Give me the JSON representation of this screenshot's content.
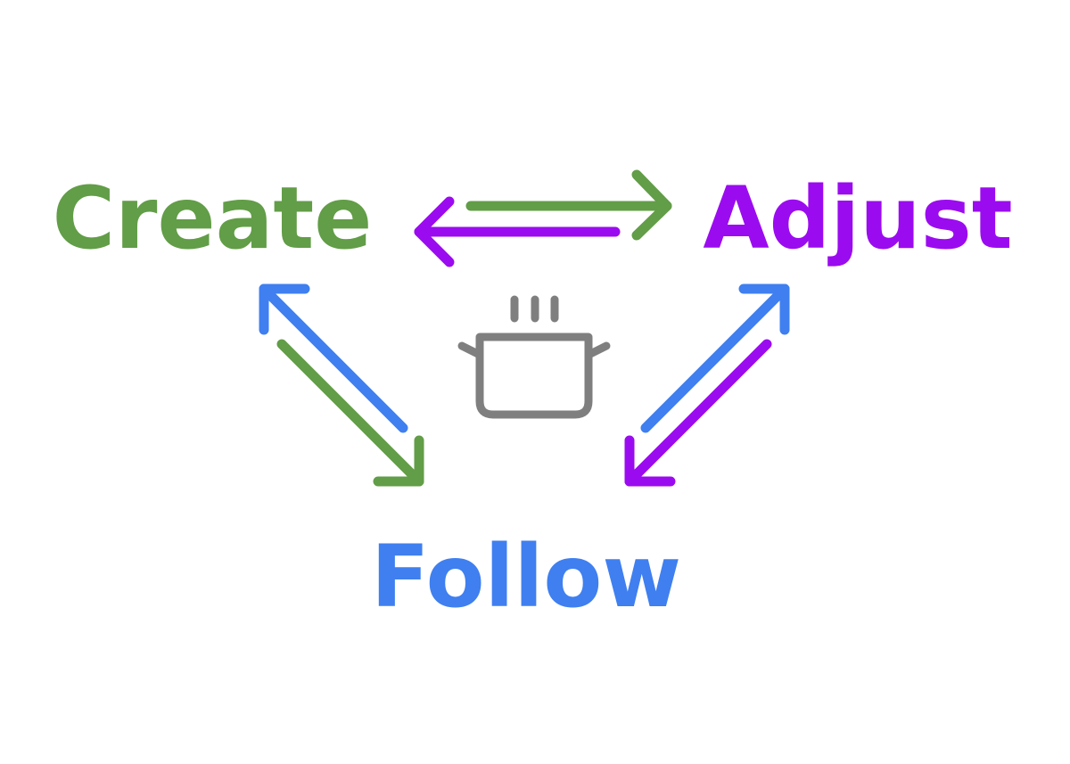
{
  "nodes": {
    "create": {
      "label": "Create",
      "color": "#629d47"
    },
    "adjust": {
      "label": "Adjust",
      "color": "#9b0bf0"
    },
    "follow": {
      "label": "Follow",
      "color": "#3f7ff0"
    }
  },
  "center_icon": {
    "name": "cooking-pot-icon",
    "color": "#7f7f7f"
  },
  "edges": [
    {
      "from": "create",
      "to": "adjust",
      "color": "#629d47"
    },
    {
      "from": "adjust",
      "to": "create",
      "color": "#9b0bf0"
    },
    {
      "from": "follow",
      "to": "create",
      "color": "#3f7ff0"
    },
    {
      "from": "create",
      "to": "follow",
      "color": "#629d47"
    },
    {
      "from": "follow",
      "to": "adjust",
      "color": "#3f7ff0"
    },
    {
      "from": "adjust",
      "to": "follow",
      "color": "#9b0bf0"
    }
  ]
}
